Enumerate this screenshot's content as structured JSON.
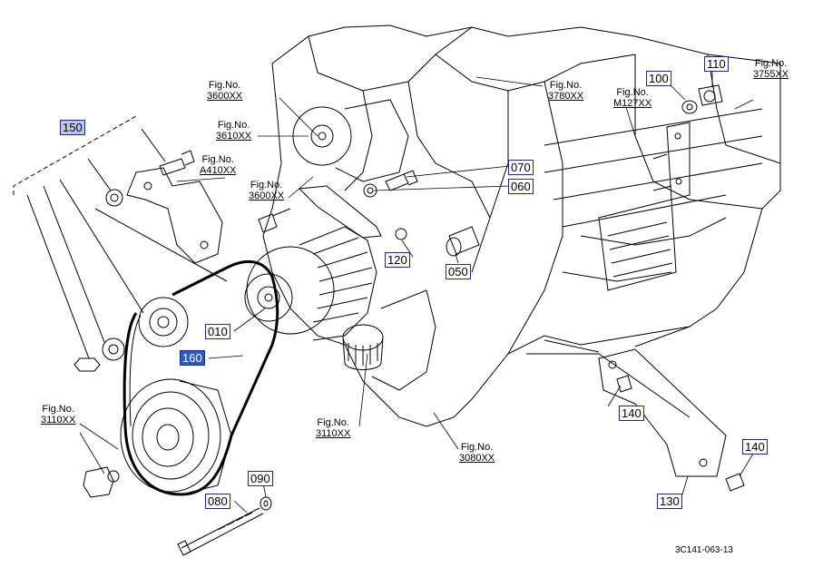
{
  "drawing_code": "3C141-063-13",
  "fig_refs": [
    {
      "id": "fig-3600xx-top",
      "line1": "Fig.No.",
      "line2": "3600XX"
    },
    {
      "id": "fig-3610xx",
      "line1": "Fig.No.",
      "line2": "3610XX"
    },
    {
      "id": "fig-a410xx",
      "line1": "Fig.No.",
      "line2": "A410XX"
    },
    {
      "id": "fig-3600xx-mid",
      "line1": "Fig.No.",
      "line2": "3600XX"
    },
    {
      "id": "fig-3780xx",
      "line1": "Fig.No.",
      "line2": "3780XX"
    },
    {
      "id": "fig-m127xx",
      "line1": "Fig.No.",
      "line2": "M127XX"
    },
    {
      "id": "fig-3755xx",
      "line1": "Fig.No.",
      "line2": "3755XX"
    },
    {
      "id": "fig-3110xx-left",
      "line1": "Fig.No.",
      "line2": "3110XX"
    },
    {
      "id": "fig-3110xx-mid",
      "line1": "Fig.No.",
      "line2": "3110XX"
    },
    {
      "id": "fig-3080xx",
      "line1": "Fig.No.",
      "line2": "3080XX"
    }
  ],
  "parts": [
    {
      "id": "150",
      "label": "150",
      "state": "highlight"
    },
    {
      "id": "070",
      "label": "070",
      "state": "normal"
    },
    {
      "id": "060",
      "label": "060",
      "state": "normal"
    },
    {
      "id": "120",
      "label": "120",
      "state": "normal"
    },
    {
      "id": "050",
      "label": "050",
      "state": "normal"
    },
    {
      "id": "010",
      "label": "010",
      "state": "normal"
    },
    {
      "id": "160",
      "label": "160",
      "state": "selected"
    },
    {
      "id": "090",
      "label": "090",
      "state": "normal"
    },
    {
      "id": "080",
      "label": "080",
      "state": "normal"
    },
    {
      "id": "100",
      "label": "100",
      "state": "normal"
    },
    {
      "id": "110",
      "label": "110",
      "state": "normal"
    },
    {
      "id": "140a",
      "label": "140",
      "state": "normal"
    },
    {
      "id": "140b",
      "label": "140",
      "state": "normal"
    },
    {
      "id": "130",
      "label": "130",
      "state": "normal"
    }
  ],
  "colors": {
    "label_border": "#1c2a8f",
    "label_highlight": "#b9c8ee",
    "label_selected": "#2e58c8"
  }
}
